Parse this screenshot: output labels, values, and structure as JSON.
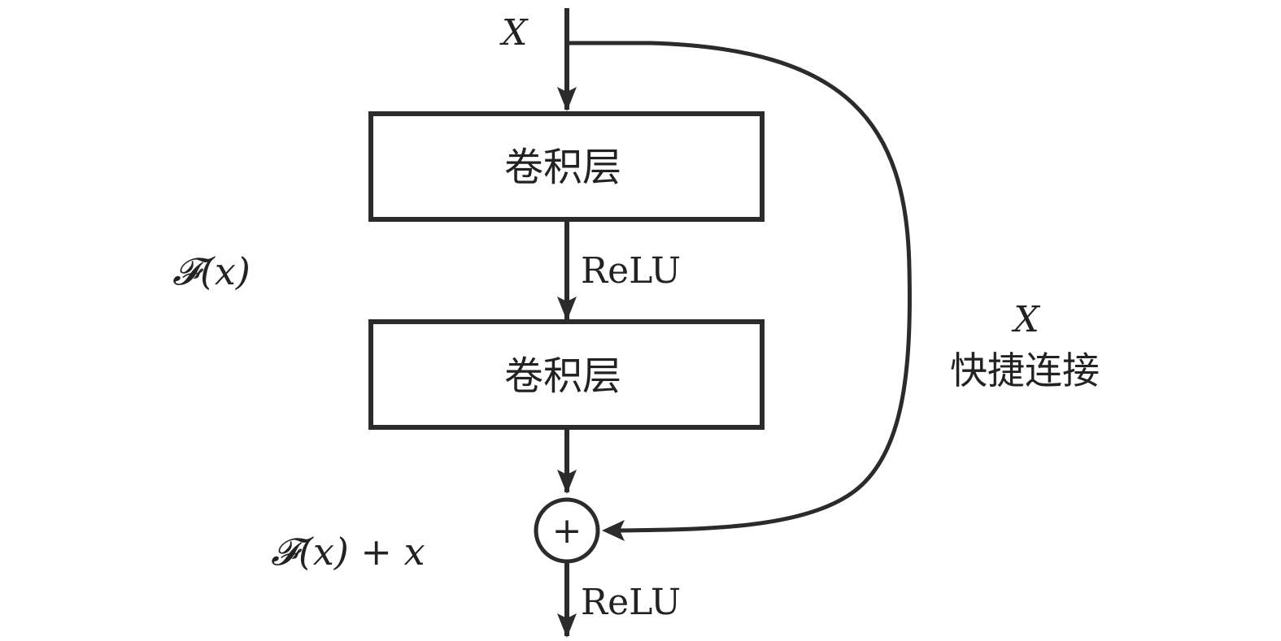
{
  "input_label": "X",
  "layers": [
    {
      "label": "卷积层"
    },
    {
      "label": "卷积层"
    }
  ],
  "activation_between": "ReLU",
  "activation_output": "ReLU",
  "residual_label": "𝓕(x)",
  "sum_label": "𝓕(x) + x",
  "adder_symbol": "+",
  "shortcut": {
    "symbol": "X",
    "label": "快捷连接"
  },
  "colors": {
    "stroke": "#2b2b2b",
    "text": "#222222",
    "background": "#ffffff"
  }
}
